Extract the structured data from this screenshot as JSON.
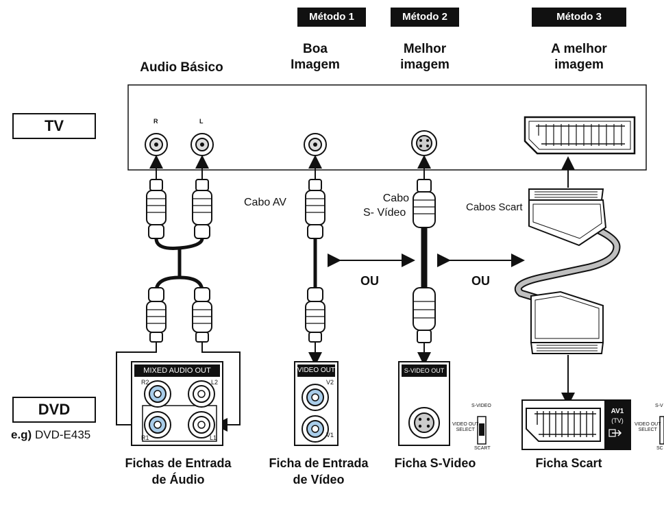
{
  "methods": {
    "m1": "Método 1",
    "m2": "Método 2",
    "m3": "Método 3"
  },
  "headings": {
    "basic": "Audio Básico",
    "m1_line1": "Boa",
    "m1_line2": "Imagem",
    "m2_line1": "Melhor",
    "m2_line2": "imagem",
    "m3_line1": "A melhor",
    "m3_line2": "imagem"
  },
  "devices": {
    "tv": "TV",
    "dvd": "DVD",
    "eg_prefix": "e.g)",
    "eg_model": "DVD-E435"
  },
  "tv_jacks": {
    "right": "R",
    "left": "L"
  },
  "cables": {
    "av": "Cabo AV",
    "svideo_line1": "Cabo",
    "svideo_line2": "S- Vídeo",
    "scart": "Cabos Scart"
  },
  "separators": {
    "or1": "OU",
    "or2": "OU"
  },
  "panels": {
    "mixed_audio": "MIXED AUDIO OUT",
    "r2": "R2",
    "l2": "L2",
    "r1": "R1",
    "l1": "L1",
    "video_out": "VIDEO OUT",
    "v2": "V2",
    "v1": "V1",
    "svideo_out": "S-VIDEO OUT",
    "sel_svideo": "S-VIDEO",
    "sel_label1": "VIDEO OUT",
    "sel_label2": "SELECT",
    "sel_scart": "SCART",
    "av1": "AV1",
    "av1_tv": "(TV)",
    "sel2_svideo": "S-V",
    "sel2_label1": "VIDEO OUT",
    "sel2_label2": "SELECT",
    "sel2_scart": "SC"
  },
  "captions": {
    "audio_line1": "Fichas de Entrada",
    "audio_line2": "de Áudio",
    "video_line1": "Ficha de Entrada",
    "video_line2": "de Vídeo",
    "svideo": "Ficha S-Video",
    "scart": "Ficha Scart"
  },
  "colors": {
    "ink": "#111111",
    "jack_blue": "#a9cdea",
    "cable_gray": "#bfbfbf"
  }
}
